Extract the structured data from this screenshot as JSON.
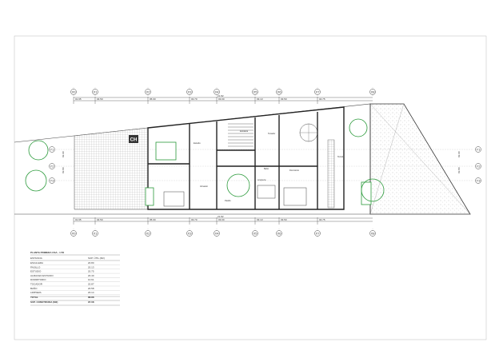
{
  "axes_x": [
    "X0",
    "X1",
    "X2",
    "X3",
    "X4",
    "X5",
    "X6",
    "X7",
    "X8"
  ],
  "axes_y": [
    "Y1",
    "Y2",
    "Y3"
  ],
  "dims_top": {
    "total": "21.82",
    "segments": [
      "01.95",
      "04.50",
      "05.00",
      "03.70",
      "03.00",
      "03.13",
      "03.50",
      "04.75"
    ]
  },
  "dims_bottom": {
    "total": "21.82",
    "segments": [
      "01.95",
      "04.50",
      "05.00",
      "03.70",
      "03.00",
      "03.13",
      "03.50",
      "04.75"
    ]
  },
  "dims_side": [
    "02.90",
    "03.80"
  ],
  "logo": "CH",
  "rooms": {
    "estudio": "Estudio",
    "dormitorio": "Dormitorio",
    "pasillo": "Pasillo",
    "bano": "Baño",
    "tocador": "Tocador",
    "almacen": "Almacén",
    "limpieza": "Limpieza",
    "escalera": "Escalera",
    "terraza": "Terraza"
  },
  "table": {
    "title": "PLANTA PRIMERA CSA - 1:50",
    "header": [
      "ESTANCIA",
      "SUP. ÚTIL (M2)"
    ],
    "rows": [
      [
        "ESCALERA",
        "20.80"
      ],
      [
        "PASILLO",
        "20.13"
      ],
      [
        "ESTUDIO",
        "20.75"
      ],
      [
        "ALMACEN ESTUDIO",
        "20.40"
      ],
      [
        "DORMITORIO",
        "10.61"
      ],
      [
        "TOCADOR",
        "20.87"
      ],
      [
        "BAÑO",
        "20.58"
      ],
      [
        "LIMPIEZA",
        "20.14"
      ]
    ],
    "total": [
      "TOTAL",
      "88.88"
    ],
    "built": [
      "SUP. CONSTRUIDA (M2)",
      "97.08"
    ]
  }
}
